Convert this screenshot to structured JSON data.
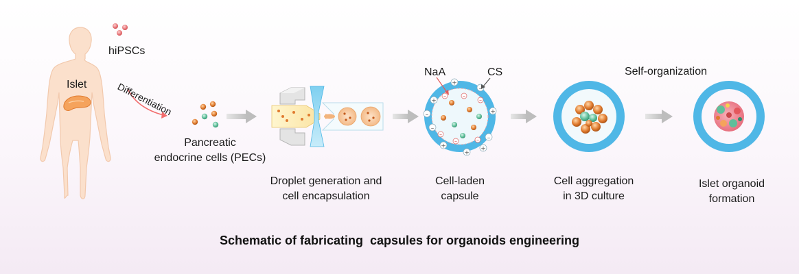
{
  "labels": {
    "hipscs": "hiPSCs",
    "islet": "Islet",
    "differentiation": "Differentiation",
    "pecs_line1": "Pancreatic",
    "pecs_line2": "endocrine cells (PECs)",
    "droplet_line1": "Droplet generation and",
    "droplet_line2": "cell encapsulation",
    "naa": "NaA",
    "cs": "CS",
    "capsule_line1": "Cell-laden",
    "capsule_line2": "capsule",
    "self_org": "Self-organization",
    "aggregation_line1": "Cell aggregation",
    "aggregation_line2": "in 3D culture",
    "organoid_line1": "Islet organoid",
    "organoid_line2": "formation"
  },
  "title": "Schematic of fabricating  capsules for organoids engineering",
  "colors": {
    "body_skin": "#fbe0cc",
    "body_outline": "#f2c9ad",
    "pancreas": "#f5a35c",
    "capsule_outer": "#4fb7e6",
    "capsule_inner": "#eef8fc",
    "arrow_gray": "#c9c9c9",
    "diff_arrow": "#f26d6d",
    "cell_orange": "#e07a2e",
    "cell_green": "#5fbf9a",
    "cell_red": "#e3575c"
  }
}
